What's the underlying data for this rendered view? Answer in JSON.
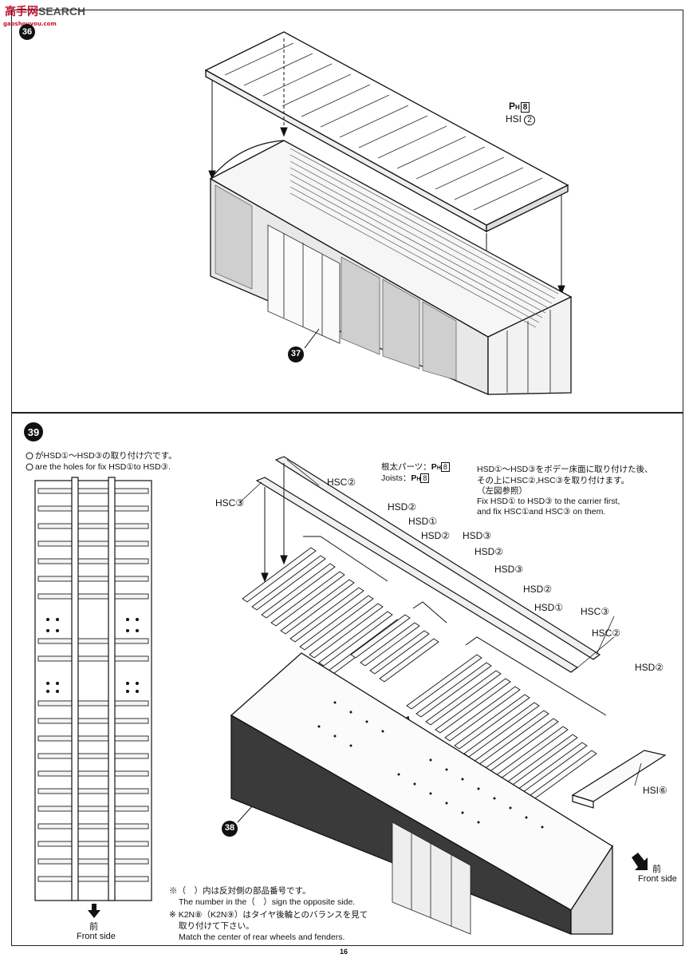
{
  "watermark": {
    "brand": "高手网",
    "search": "SEARCH",
    "site": "gaoshouyou.com"
  },
  "page_number": "16",
  "step37": {
    "number": "37",
    "labels": {
      "ph": "P",
      "ph_sub": "H",
      "ph_num": "8",
      "hsi": "HSI",
      "hsi_num": "2"
    }
  },
  "step39": {
    "number": "39",
    "mark_num": "38",
    "left_note": {
      "line_jp_prefix": "が",
      "line_jp": "HSD①～HSD③の取り付け穴です。",
      "line_en": "are the holes for fix HSD①to HSD③."
    },
    "joists": {
      "jp": "根太パーツ：",
      "en": "Joists：",
      "ph": "P",
      "ph_sub": "H",
      "ph_num": "8"
    },
    "instruction": {
      "jp1": "HSD①～HSD③をボデー床面に取り付けた後、",
      "jp2": "その上にHSC②,HSC③を取り付けます。",
      "jp3": "（左図参照）",
      "en1": "Fix HSD① to HSD③ to the carrier first,",
      "en2": "and fix HSC①and HSC③ on them."
    },
    "part_labels": [
      "HSC②",
      "HSC③",
      "HSD②",
      "HSD①",
      "HSD②",
      "HSD③",
      "HSD②",
      "HSD③",
      "HSD②",
      "HSD①",
      "HSC③",
      "HSC②",
      "HSD②",
      "HSI⑥"
    ],
    "front_left": {
      "jp": "前",
      "en": "Front side"
    },
    "front_right": {
      "jp": "前",
      "en": "Front side"
    },
    "footnotes": {
      "n1_jp": "※（　）内は反対側の部品番号です。",
      "n1_en": "The number in the（　）sign the opposite side.",
      "n2_jp1": "※ K2N⑧（K2N⑨）はタイヤ後輪とのバランスを見て",
      "n2_jp2": "取り付けて下さい。",
      "n2_en": "Match the center of rear wheels and fenders."
    }
  }
}
